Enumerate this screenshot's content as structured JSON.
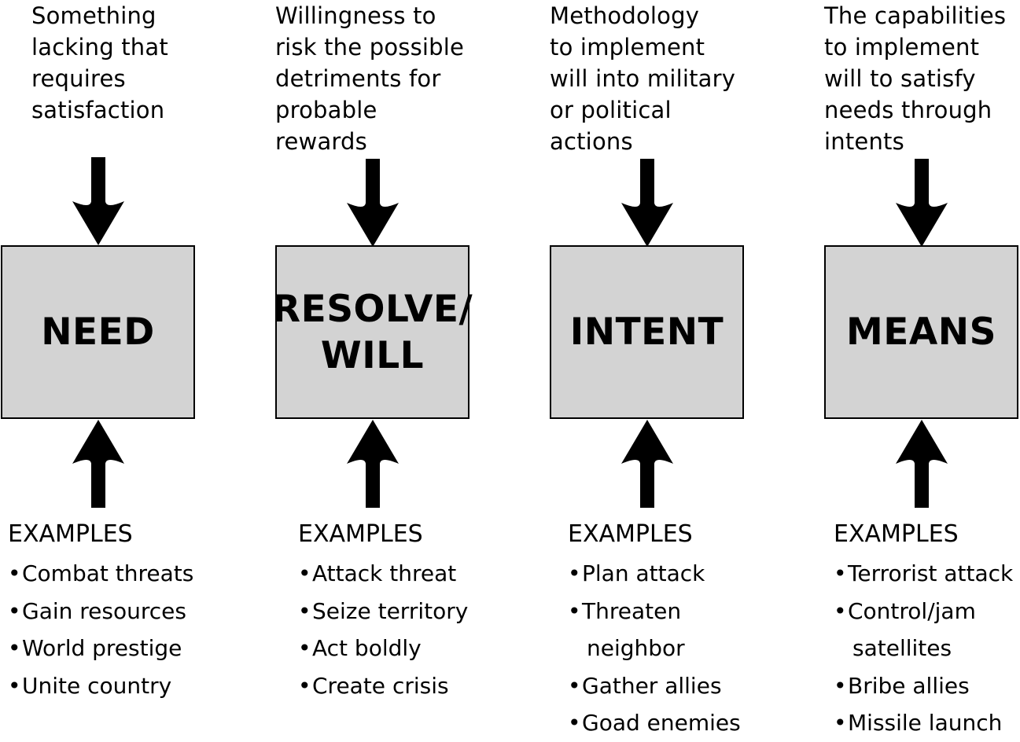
{
  "columns": [
    {
      "id": "need",
      "description_lines": [
        "Something",
        "lacking that",
        "requires",
        "satisfaction"
      ],
      "box_lines": [
        "NEED"
      ],
      "examples_heading": "EXAMPLES",
      "examples": [
        [
          "Combat threats"
        ],
        [
          "Gain resources"
        ],
        [
          "World prestige"
        ],
        [
          "Unite country"
        ]
      ]
    },
    {
      "id": "resolve-will",
      "description_lines": [
        "Willingness to",
        "risk the possible",
        "detriments for",
        "probable",
        "rewards"
      ],
      "box_lines": [
        "RESOLVE/",
        "WILL"
      ],
      "examples_heading": "EXAMPLES",
      "examples": [
        [
          "Attack threat"
        ],
        [
          "Seize territory"
        ],
        [
          "Act boldly"
        ],
        [
          "Create crisis"
        ]
      ]
    },
    {
      "id": "intent",
      "description_lines": [
        "Methodology",
        "to implement",
        "will into military",
        "or political",
        "actions"
      ],
      "box_lines": [
        "INTENT"
      ],
      "examples_heading": "EXAMPLES",
      "examples": [
        [
          "Plan attack"
        ],
        [
          "Threaten",
          "neighbor"
        ],
        [
          "Gather allies"
        ],
        [
          "Goad enemies"
        ]
      ]
    },
    {
      "id": "means",
      "description_lines": [
        "The capabilities",
        "to implement",
        "will to satisfy",
        "needs through",
        "intents"
      ],
      "box_lines": [
        "MEANS"
      ],
      "examples_heading": "EXAMPLES",
      "examples": [
        [
          "Terrorist attack"
        ],
        [
          "Control/jam",
          "satellites"
        ],
        [
          "Bribe allies"
        ],
        [
          "Missile launch"
        ]
      ]
    }
  ],
  "colors": {
    "box_fill": "#d3d3d3",
    "stroke": "#000000",
    "text": "#000000",
    "background": "#ffffff"
  },
  "icons": {
    "down_arrow": "arrow-down-icon",
    "up_arrow": "arrow-up-icon",
    "bullet": "bullet-icon"
  }
}
